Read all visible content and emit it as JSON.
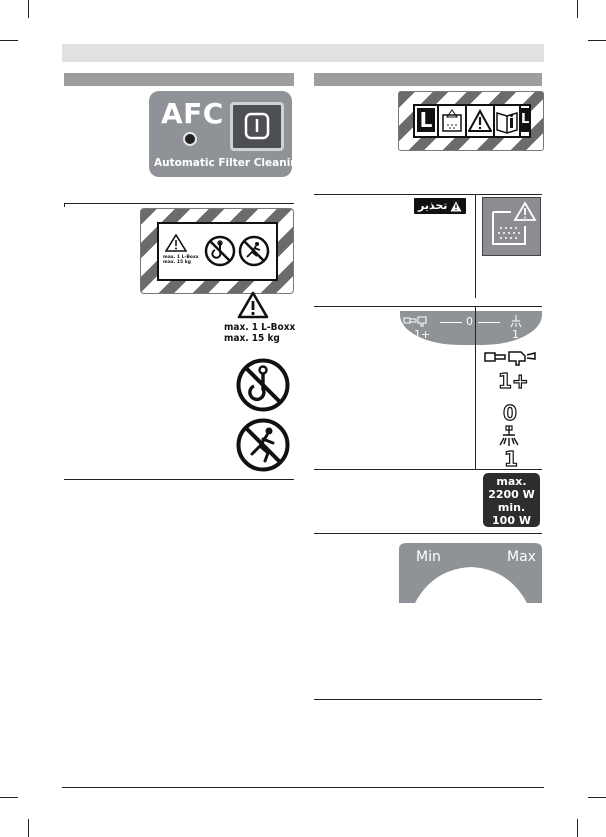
{
  "afc": {
    "title": "AFC",
    "subtitle": "Automatic Filter Cleaning",
    "button_icon": "power-icon"
  },
  "load_warning": {
    "line1": "max. 1 L-Boxx",
    "line2": "max. 15 kg",
    "small_line1": "max. 1 L-Boxx",
    "small_line2": "max. 15 kg"
  },
  "warning_badge": {
    "text": "تحذير"
  },
  "mode_dial": {
    "left_label": "1+",
    "center_label": "0",
    "right_label": "1",
    "mode_plus": "1+",
    "mode_off": "0",
    "mode_on": "1"
  },
  "power": {
    "max_label": "max.",
    "max_value": "2200 W",
    "min_label": "min.",
    "min_value": "100 W"
  },
  "suction_dial": {
    "min_label": "Min",
    "max_label": "Max"
  },
  "colors": {
    "panel_grey": "#8f9397",
    "header_grey": "#9d9d9d",
    "band_grey": "#e1e1e1",
    "dark_box": "#2d2d2f"
  }
}
